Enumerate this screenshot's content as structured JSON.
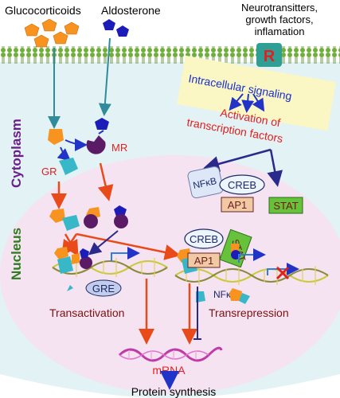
{
  "labels": {
    "glucocorticoids": "Glucocorticoids",
    "aldosterone": "Aldosterone",
    "neuro_line1": "Neurotransitters,",
    "neuro_line2": "growth factors,",
    "neuro_line3": "inflamation",
    "receptor": "R",
    "intracellular_signaling": "Intracellular signaling",
    "activation_line1": "Activation of",
    "activation_line2": "transcription factors",
    "cytoplasm": "Cytoplasm",
    "nucleus": "Nucleus",
    "mr": "MR",
    "gr": "GR",
    "nfkb": "NFκB",
    "creb": "CREB",
    "ap1": "AP1",
    "stat": "STAT",
    "gre": "GRE",
    "transactivation": "Transactivation",
    "transrepression": "Transrepression",
    "mrna": "mRNA",
    "protein_synthesis": "Protein synthesis"
  },
  "colors": {
    "glucocorticoid": "#F7931E",
    "aldosterone": "#1C1CB8",
    "mr": "#5B1A66",
    "gr": "#37B7C8",
    "membrane": "#5C9A2E",
    "cytoplasm_bg": "#E3F2F4",
    "nucleus_bg": "#F6E3F2",
    "red_text": "#E02020",
    "blue_text": "#1A2FD0",
    "purple_text": "#6A1E8A",
    "green_text": "#2E7D1E",
    "stat_box": "#66C23A",
    "ap1_box": "#F2C9A5",
    "signal_box": "#FBF7C4"
  }
}
